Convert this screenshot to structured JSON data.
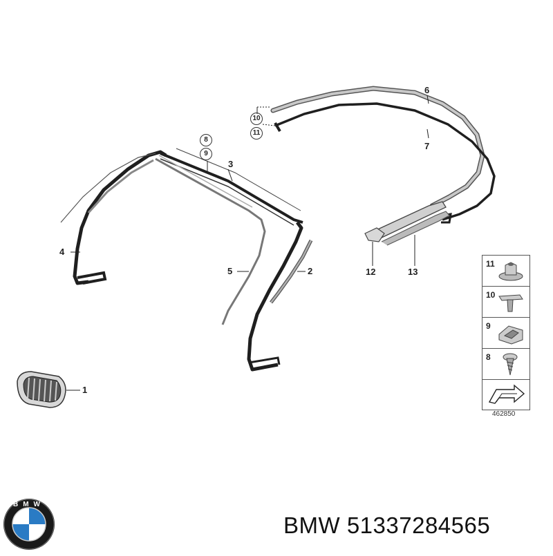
{
  "callouts": {
    "p1": "1",
    "p2": "2",
    "p3": "3",
    "p4": "4",
    "p5": "5",
    "p6": "6",
    "p7": "7",
    "p8": "8",
    "p9": "9",
    "p10": "10",
    "p11": "11",
    "p12": "12",
    "p13": "13"
  },
  "legend": [
    {
      "number": "11",
      "icon": "nut-icon"
    },
    {
      "number": "10",
      "icon": "expanding-rivet-icon"
    },
    {
      "number": "9",
      "icon": "clip-nut-icon"
    },
    {
      "number": "8",
      "icon": "screw-icon"
    },
    {
      "number": "",
      "icon": "direction-arrow-icon"
    }
  ],
  "diagram_id": "462850",
  "brand": {
    "name": "BMW",
    "part_number": "51337284565",
    "logo_letters": "BMW",
    "logo_colors": {
      "ring": "#1a1a1a",
      "blue": "#2a7bc4",
      "white": "#ffffff"
    }
  },
  "colors": {
    "line": "#222222",
    "seal": "#1f1f1f",
    "grey_part": "#9a9a9a"
  }
}
